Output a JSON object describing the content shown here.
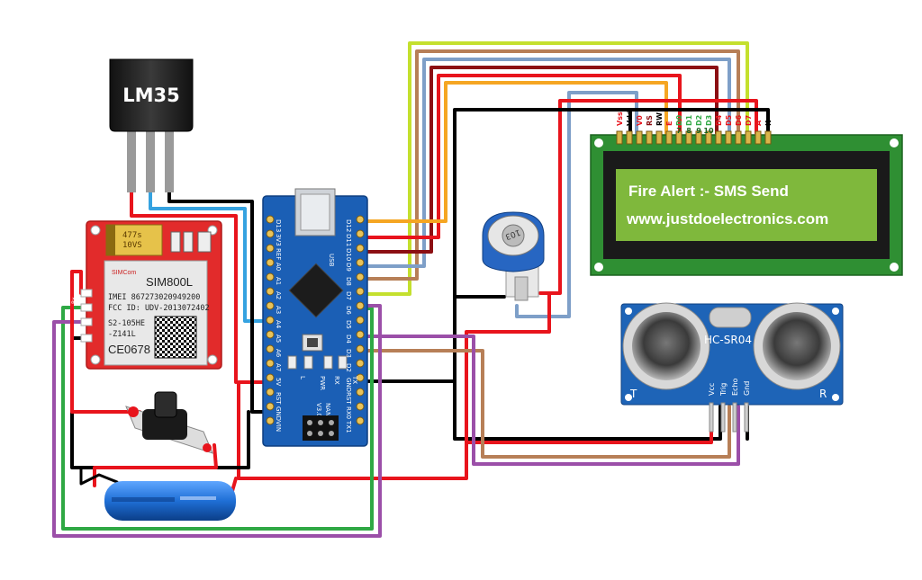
{
  "components": {
    "sensor": {
      "label": "LM35"
    },
    "gsm": {
      "brand": "SIMCom",
      "model": "SIM800L",
      "imei": "IMEI 867273020949200",
      "fcc": "FCC ID: UDV-2013072402",
      "code1": "S2-105HE",
      "code2": "-Z141L",
      "ce": "CE0678",
      "capacitor": "477s\n10VS",
      "pin_rx": "Rx",
      "pin_tx": "Tx"
    },
    "lcd": {
      "line1": "Fire Alert :- SMS Send",
      "line2": "www.justdoelectronics.com",
      "pins": [
        "Vss",
        "Vdd",
        "V0",
        "RS",
        "RW",
        "E",
        "D0",
        "D1",
        "D2",
        "D3",
        "D4",
        "D5",
        "D6",
        "D7",
        "A",
        "K"
      ],
      "pin_numbers": [
        "7",
        "8",
        "9",
        "10"
      ]
    },
    "ultrasonic": {
      "model": "HC-SR04",
      "left": "T",
      "right": "R",
      "pins": [
        "Vcc",
        "Trig",
        "Echo",
        "Gnd"
      ]
    },
    "arduino": {
      "model": "NANO",
      "version": "V3.0",
      "usb": "USB",
      "left_pins": [
        "D13",
        "3V3",
        "REF",
        "A0",
        "A1",
        "A2",
        "A3",
        "A4",
        "A5",
        "A6",
        "A7",
        "5V",
        "RST",
        "GND",
        "VIN"
      ],
      "right_pins": [
        "D12",
        "D11",
        "D10",
        "D9",
        "D8",
        "D7",
        "D6",
        "D5",
        "D4",
        "D3",
        "D2",
        "GND",
        "RST",
        "RX0",
        "TX1"
      ],
      "leds": [
        "L",
        "PWR",
        "RX",
        "TX"
      ]
    },
    "potentiometer": {
      "label": "103"
    }
  },
  "colors": {
    "wire_red": "#e8141c",
    "wire_black": "#000000",
    "wire_blue": "#35a2e0",
    "wire_green": "#2fa844",
    "wire_purple": "#9b4fa8",
    "wire_brown": "#b77f57",
    "wire_lime": "#c4e02e",
    "wire_orange": "#f5a623",
    "wire_darkred": "#8c0f13",
    "wire_steel": "#7e9fc8",
    "lcd_board": "#2f8f33",
    "lcd_screen": "#7fb83c",
    "nano_board": "#1b5fb5",
    "sim_board": "#e22b2b",
    "hc_board": "#1e64b7",
    "battery": "#1f6fd6"
  }
}
